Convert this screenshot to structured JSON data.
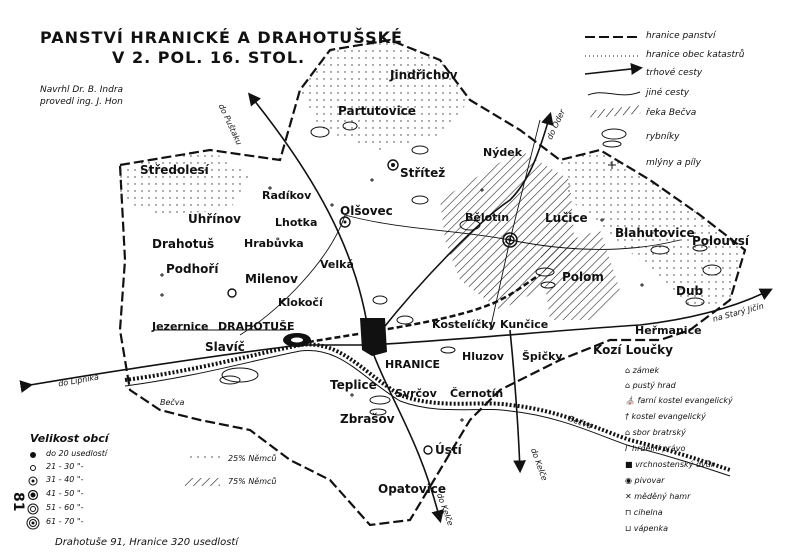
{
  "title": {
    "line1": "PANSTVÍ HRANICKÉ A DRAHOTUŠSKÉ",
    "line2": "V 2. POL. 16. STOL."
  },
  "credits": {
    "line1": "Navrhl Dr. B. Indra",
    "line2": "provedl ing. J. Hon"
  },
  "places": {
    "jindrichov": "Jindřichov",
    "partutovice": "Partutovice",
    "stredolesi": "Středolesí",
    "radikov": "Radíkov",
    "olsovec": "Olšovec",
    "stritez": "Střítež",
    "nydek": "Nýdek",
    "uhrinov": "Uhřínov",
    "lhotka": "Lhotka",
    "belotin": "Bělotín",
    "lucice": "Lučice",
    "blahutovice": "Blahutovice",
    "polouvsi": "Polouvsí",
    "drahotus": "Drahotuš",
    "hrabuvka": "Hrabůvka",
    "podhori": "Podhoří",
    "milenov": "Milenov",
    "velka": "Velká",
    "polom": "Polom",
    "dub": "Dub",
    "klokoci": "Klokočí",
    "jezernice": "Jezernice",
    "drahotuse": "DRAHOTUŠE",
    "kostelicky": "Kostelíčky",
    "kuncice": "Kunčice",
    "hermanice": "Heřmanice",
    "slavic": "Slavíč",
    "hranice": "HRANICE",
    "hluzov": "Hluzov",
    "spicky": "Špičky",
    "kozi_loucky": "Kozí Loučky",
    "teplice": "Teplice",
    "svrcov": "Svrčov",
    "cernotin": "Černotín",
    "zbrasov": "Zbrašov",
    "usti": "Ústí",
    "opatovice": "Opatovice"
  },
  "roads": {
    "do_pustaku": "do Puštaku",
    "do_oder": "do Oder",
    "do_stary_jicin": "na Starý Jičín",
    "do_lipnika": "do Lipníka",
    "do_kelce_1": "do Kelče",
    "do_kelce_2": "do Kelče"
  },
  "rivers": {
    "becva_1": "Bečva",
    "becva_2": "Bečva"
  },
  "legend_lines": [
    {
      "key": "boundary",
      "label": "hranice panství"
    },
    {
      "key": "cadastre",
      "label": "hranice obec katastrů"
    },
    {
      "key": "trade_road",
      "label": "trhové cesty"
    },
    {
      "key": "other_road",
      "label": "jiné cesty"
    },
    {
      "key": "river",
      "label": "řeka Bečva"
    },
    {
      "key": "ponds",
      "label": "rybníky"
    },
    {
      "key": "mills",
      "label": "mlýny a píly"
    }
  ],
  "legend_symbols": [
    {
      "icon": "castle-icon",
      "label": "zámek"
    },
    {
      "icon": "ruined-castle-icon",
      "label": "pustý hrad"
    },
    {
      "icon": "parish-church-icon",
      "label": "farní kostel evangelický"
    },
    {
      "icon": "church-icon",
      "label": "kostel evangelický"
    },
    {
      "icon": "brethren-church-icon",
      "label": "sbor bratrský"
    },
    {
      "icon": "gallows-icon",
      "label": "hrdelní právo"
    },
    {
      "icon": "manor-farm-icon",
      "label": "vrchnostenský dvůr"
    },
    {
      "icon": "brewery-icon",
      "label": "pivovar"
    },
    {
      "icon": "hammer-mill-icon",
      "label": "měděný hamr"
    },
    {
      "icon": "brickworks-icon",
      "label": "cihelna"
    },
    {
      "icon": "limeworks-icon",
      "label": "vápenka"
    }
  ],
  "size_legend": {
    "title": "Velikost obcí",
    "rows": [
      {
        "range": "do 20",
        "unit": "usedlostí"
      },
      {
        "range": "21 - 30",
        "unit": "\"-"
      },
      {
        "range": "31 - 40",
        "unit": "\"-"
      },
      {
        "range": "41 - 50",
        "unit": "\"-"
      },
      {
        "range": "51 - 60",
        "unit": "\"-"
      },
      {
        "range": "61 - 70",
        "unit": "\"-"
      }
    ],
    "german_25": "25% Němců",
    "german_75": "75% Němců"
  },
  "footer": "Drahotuše 91, Hranice 320 usedlostí",
  "page_number": "81"
}
